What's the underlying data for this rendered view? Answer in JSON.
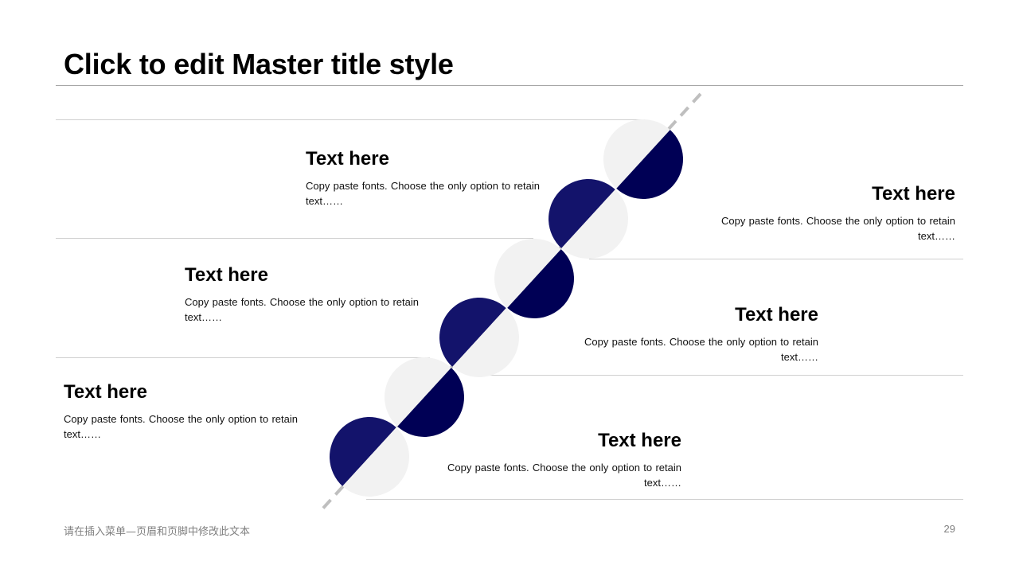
{
  "slide": {
    "title": "Click to edit Master title style",
    "footer_text": "请在插入菜单—页眉和页脚中修改此文本",
    "page_number": "29"
  },
  "colors": {
    "navy_dark": "#000055",
    "navy_mid": "#13136b",
    "light_gray": "#f2f2f2",
    "dash": "#bfbfbf",
    "rule": "#d0d0d0"
  },
  "items": [
    {
      "heading": "Text here",
      "body": "Copy paste fonts. Choose the only option to retain text……"
    },
    {
      "heading": "Text here",
      "body": "Copy paste fonts. Choose the only option to retain text……"
    },
    {
      "heading": "Text here",
      "body": "Copy paste fonts. Choose the only option to retain text……"
    },
    {
      "heading": "Text here",
      "body": "Copy paste fonts. Choose the only option to retain text……"
    },
    {
      "heading": "Text here",
      "body": "Copy paste fonts. Choose the only option to retain text……"
    },
    {
      "heading": "Text here",
      "body": "Copy paste fonts. Choose the only option to retain text……"
    }
  ]
}
